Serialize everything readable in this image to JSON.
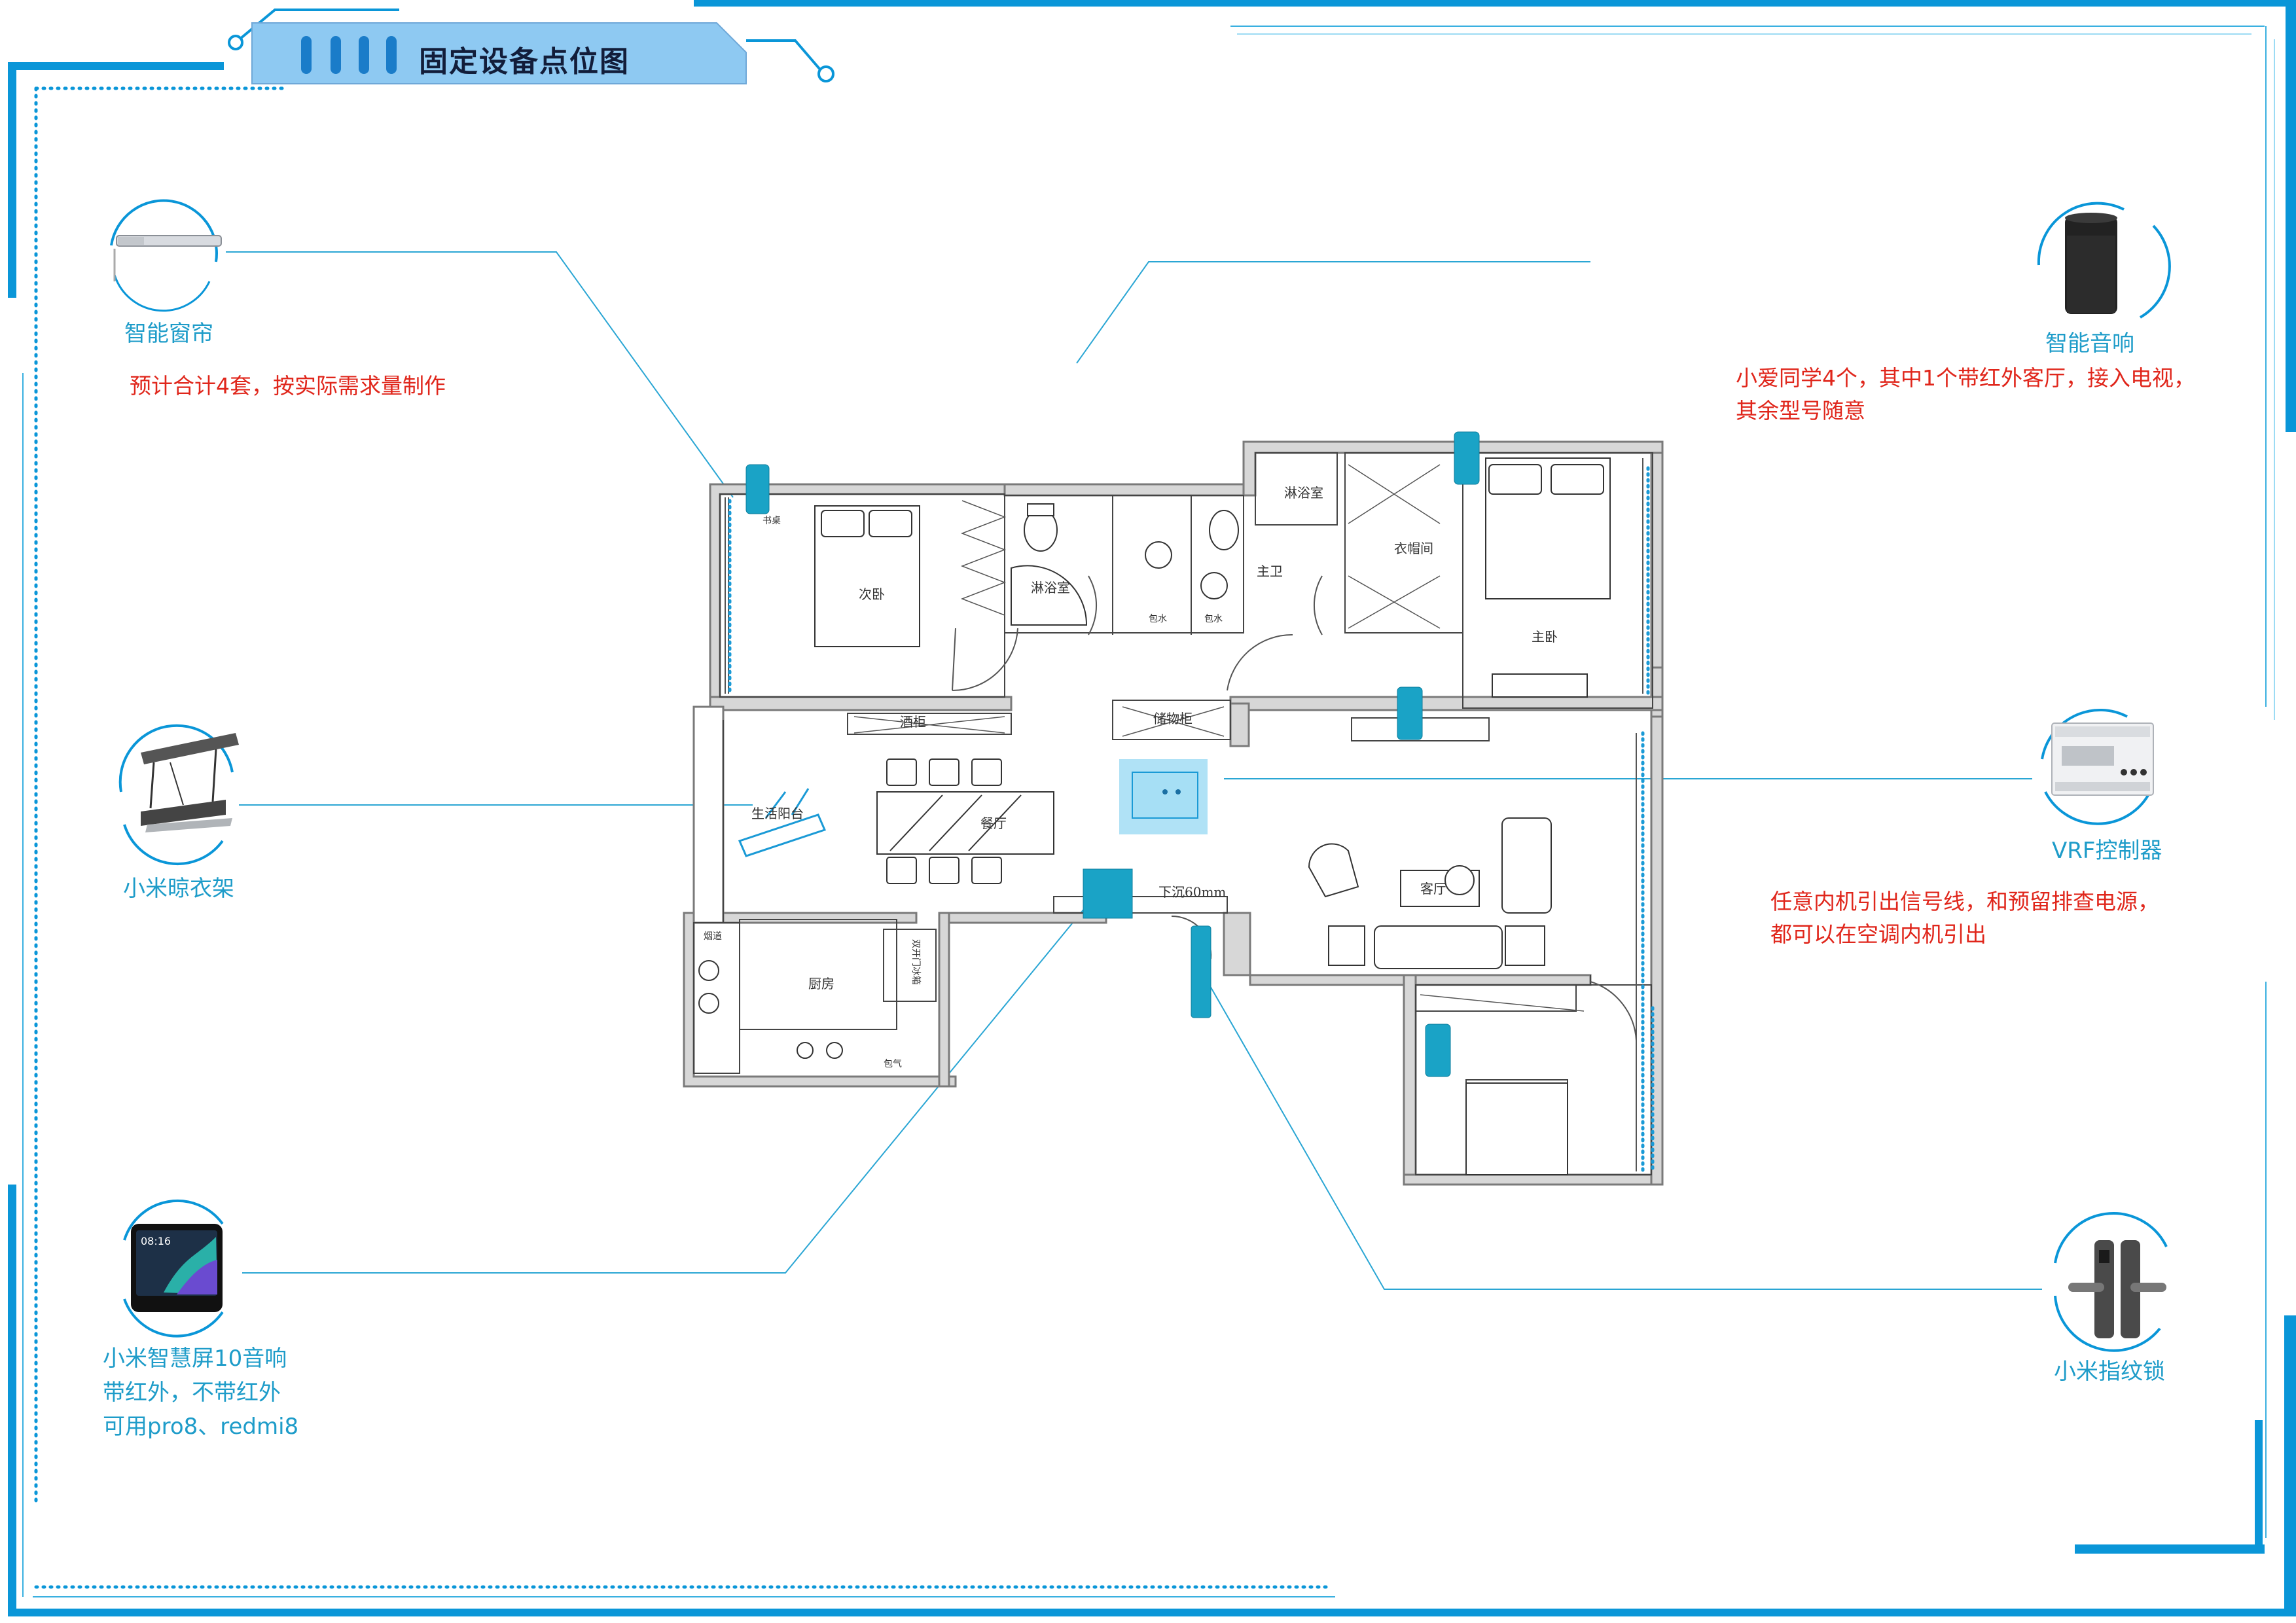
{
  "header": {
    "title": "固定设备点位图"
  },
  "devices": {
    "curtain": {
      "label": "智能窗帘",
      "note": "预计合计4套，按实际需求量制作",
      "icon": "curtain-track-icon"
    },
    "drying_rack": {
      "label": "小米晾衣架",
      "icon": "drying-rack-icon"
    },
    "smart_screen": {
      "label_lines": [
        "小米智慧屏10音响",
        "带红外，不带红外",
        "可用pro8、redmi8"
      ],
      "icon": "smart-display-icon",
      "screen_time": "08:16"
    },
    "speaker": {
      "label": "智能音响",
      "note_lines": [
        "小爱同学4个，其中1个带红外客厅，接入电视，",
        "其余型号随意"
      ],
      "icon": "smart-speaker-icon"
    },
    "vrf": {
      "label": "VRF控制器",
      "note_lines": [
        "任意内机引出信号线，和预留排查电源，",
        "都可以在空调内机引出"
      ],
      "icon": "vrf-controller-icon"
    },
    "lock": {
      "label": "小米指纹锁",
      "icon": "fingerprint-lock-icon"
    }
  },
  "floorplan": {
    "rooms": {
      "second_bedroom": "次卧",
      "desk": "书桌",
      "shower1": "淋浴室",
      "shower2": "淋浴室",
      "master_bath": "主卫",
      "closet": "衣帽间",
      "master_bedroom": "主卧",
      "pipe1": "包水",
      "pipe2": "包水",
      "wine_cabinet": "酒柜",
      "storage": "储物柜",
      "balcony": "生活阳台",
      "dining": "餐厅",
      "living": "客厅",
      "kitchen": "厨房",
      "sunk": "下沉60mm",
      "fridge": "双开门冰箱",
      "kitchen_pipe1": "烟道",
      "kitchen_pipe2": "包气"
    }
  },
  "colors": {
    "accent": "#0a96d8",
    "device_fill": "#1aa3c6",
    "label_blue": "#1e9cc9",
    "note_red": "#e0261b",
    "title_bg": "#8ec9f2",
    "wall": "#8a8a8a"
  }
}
